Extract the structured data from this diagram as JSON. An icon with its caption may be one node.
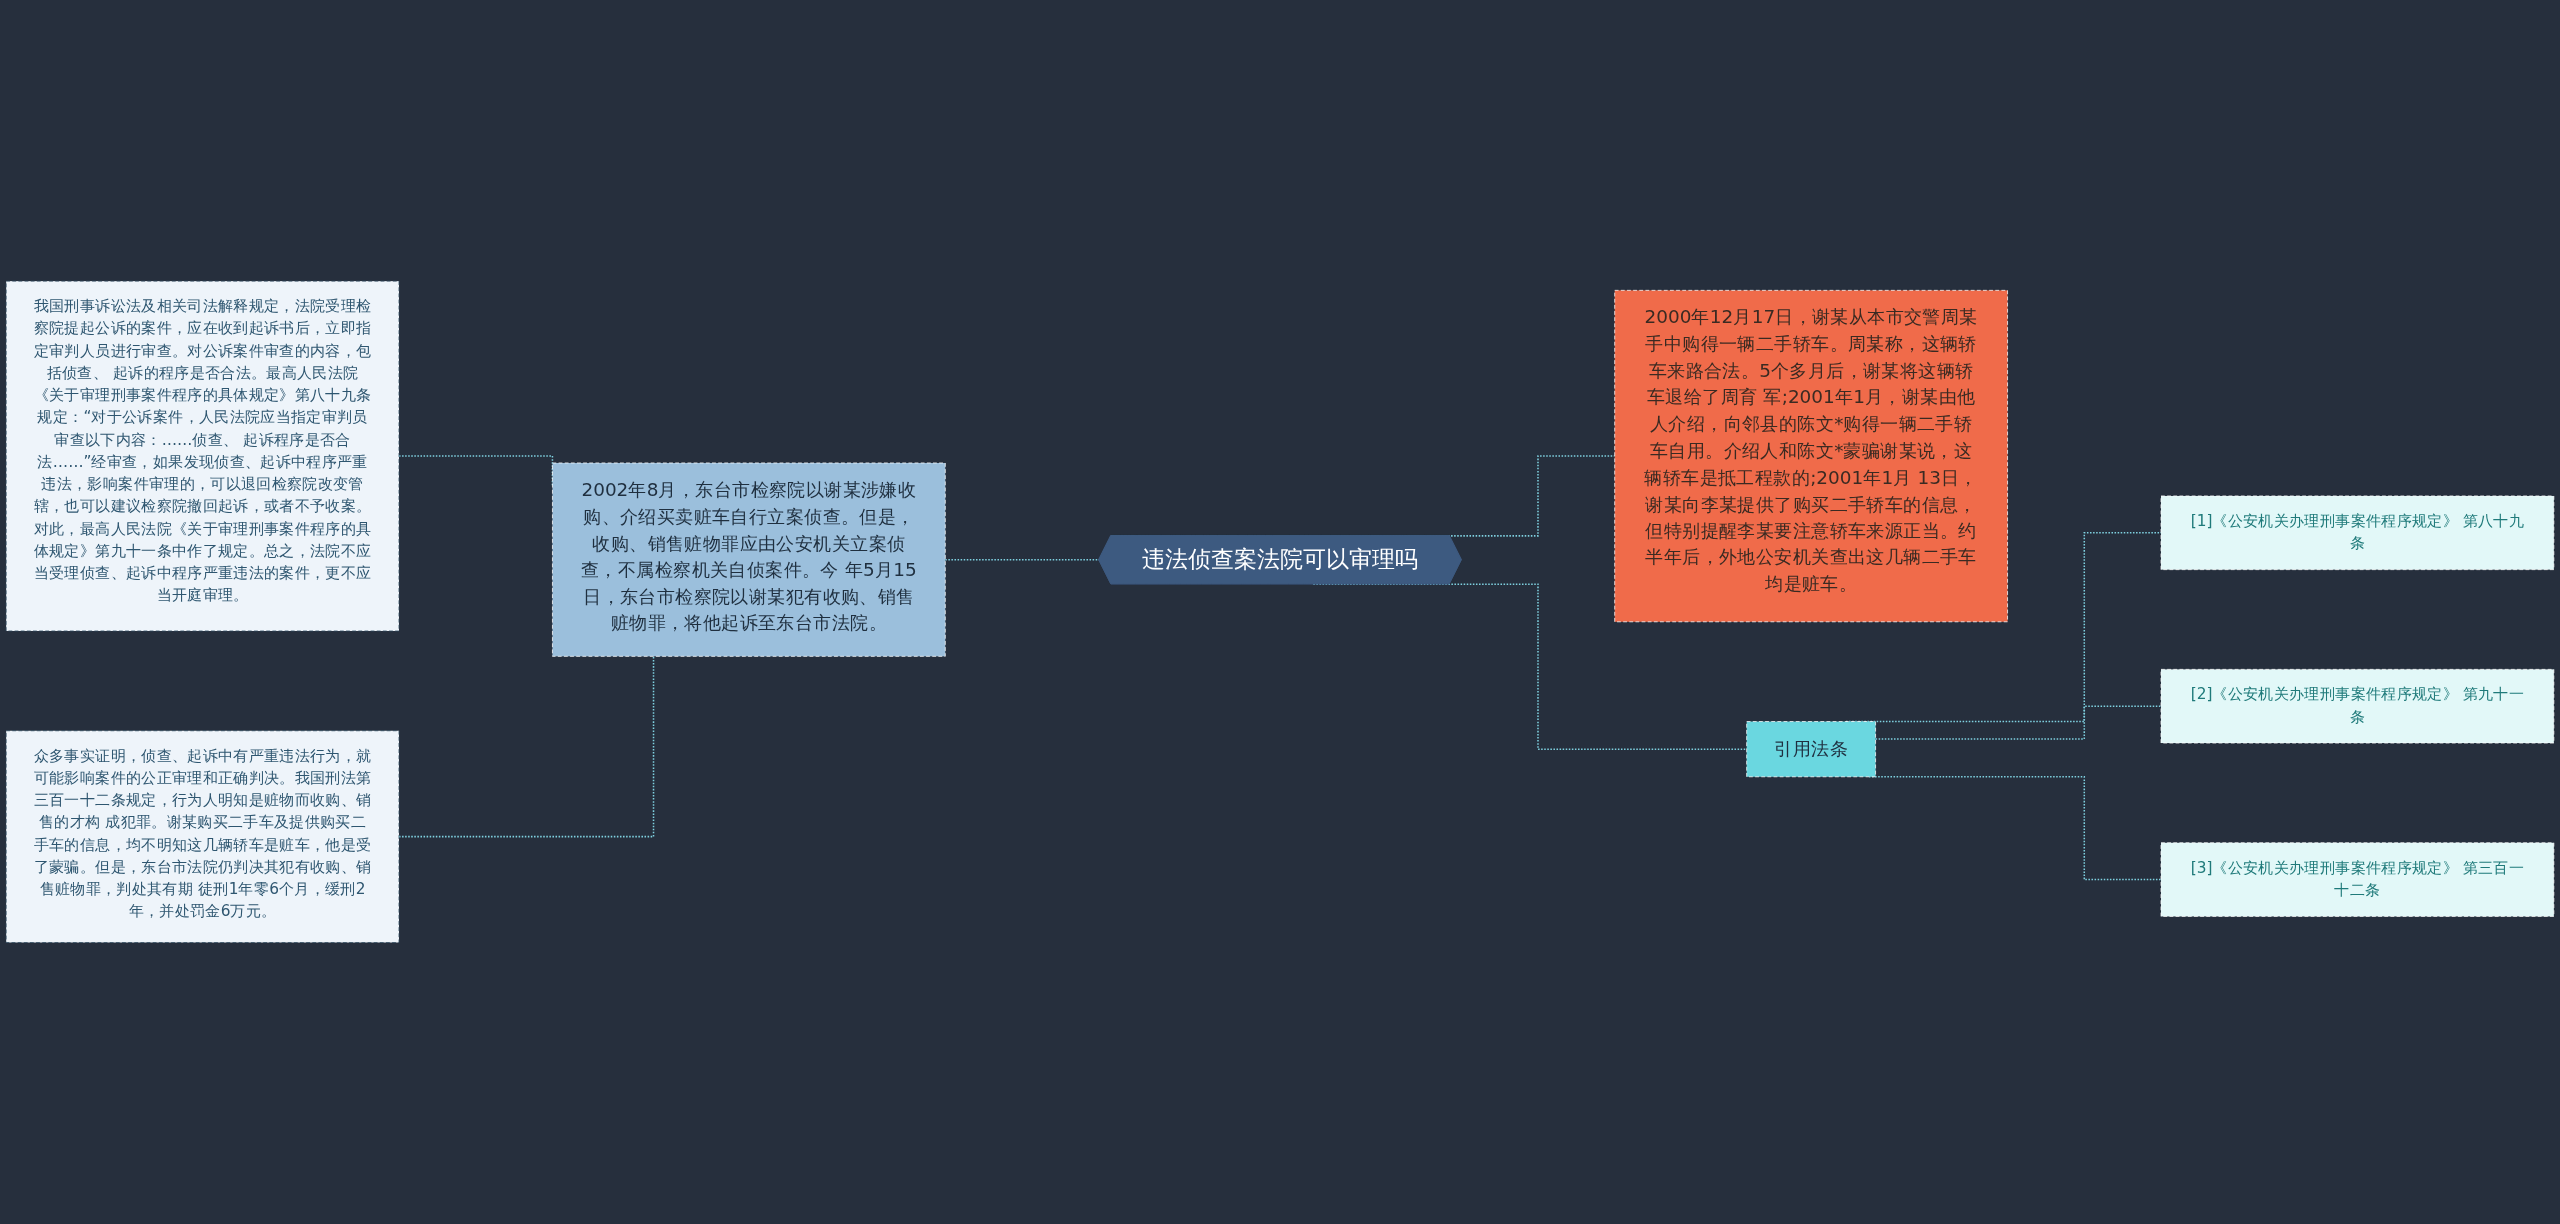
{
  "diagram": {
    "nodes": [
      {
        "text": [
          "违法侦查案法院可以审理吗"
        ]
      },
      {
        "text": [
          "2002年8月，东台市检察院以谢某涉嫌收购、介绍买卖赃车自行立案侦查。但是，收购、销售赃物罪应由公安机关立案侦查，不属检察机关自侦案件。今 年5月15日，东台市检察院以谢某犯有收购、销售赃物罪，将他起诉至东台市法院。"
        ]
      },
      {
        "text": [
          "我国刑事诉讼法及相关司法解释规定，法院受理检察院提起公诉的案件，应在收到起诉书后，立即指定审判人员进行审查。对公诉案件审查的内容，包括侦查、 起诉的程序是否合法。最高人民法院《关于审理刑事案件程序的具体规定》第八十九条规定：“对于公诉案件，人民法院应当指定审判员审查以下内容：……侦查、 起诉程序是否合法……”经审查，如果发现侦查、起诉中程序严重违法，影响案件审理的，可以退回检察院改变管辖，也可以建议检察院撤回起诉，或者不予收案。对此，最高人民法院《关于审理刑事案件程序的具体规定》第九十一条中作了规定。总之，法院不应当受理侦查、起诉中程序严重违法的案件，更不应当开庭审理。"
        ]
      },
      {
        "text": [
          "众多事实证明，侦查、起诉中有严重违法行为，就可能影响案件的公正审理和正确判决。我国刑法第三百一十二条规定，行为人明知是赃物而收购、销售的才构 成犯罪。谢某购买二手车及提供购买二手车的信息，均不明知这几辆轿车是赃车，他是受了蒙骗。但是，东台市法院仍判决其犯有收购、销售赃物罪，判处其有期 徒刑1年零6个月，缓刑2年，并处罚金6万元。"
        ]
      },
      {
        "text": [
          "2000年12月17日，谢某从本市交警周某手中购得一辆二手轿车。周某称，这辆轿车来路合法。5个多月后，谢某将这辆轿车退给了周育 军;2001年1月，谢某由他人介绍，向邻县的陈文*购得一辆二手轿车自用。介绍人和陈文*蒙骗谢某说，这辆轿车是抵工程款的;2001年1月 13日，谢某向李某提供了购买二手轿车的信息，但特别提醒李某要注意轿车来源正当。约半年后，外地公安机关查出这几辆二手车均是赃车。"
        ]
      },
      {
        "text": [
          "引用法条"
        ]
      },
      {
        "text": [
          "[1]《公安机关办理刑事案件程序规定》 第八十九条"
        ]
      },
      {
        "text": [
          "[2]《公安机关办理刑事案件程序规定》 第九十一条"
        ]
      },
      {
        "text": [
          "[3]《公安机关办理刑事案件程序规定》 第三百一十二条"
        ]
      }
    ],
    "edges": [
      {
        "from": 0,
        "to": 1,
        "arrow": "none",
        "style": "dashed"
      },
      {
        "from": 1,
        "to": 2,
        "arrow": "none",
        "style": "dashed"
      },
      {
        "from": 1,
        "to": 3,
        "arrow": "none",
        "style": "dashed"
      },
      {
        "from": 0,
        "to": 4,
        "arrow": "none",
        "style": "dashed"
      },
      {
        "from": 0,
        "to": 5,
        "arrow": "none",
        "style": "dashed"
      },
      {
        "from": 5,
        "to": 6,
        "arrow": "none",
        "style": "dashed"
      },
      {
        "from": 5,
        "to": 7,
        "arrow": "none",
        "style": "dashed"
      },
      {
        "from": 5,
        "to": 8,
        "arrow": "none",
        "style": "dashed"
      }
    ]
  }
}
